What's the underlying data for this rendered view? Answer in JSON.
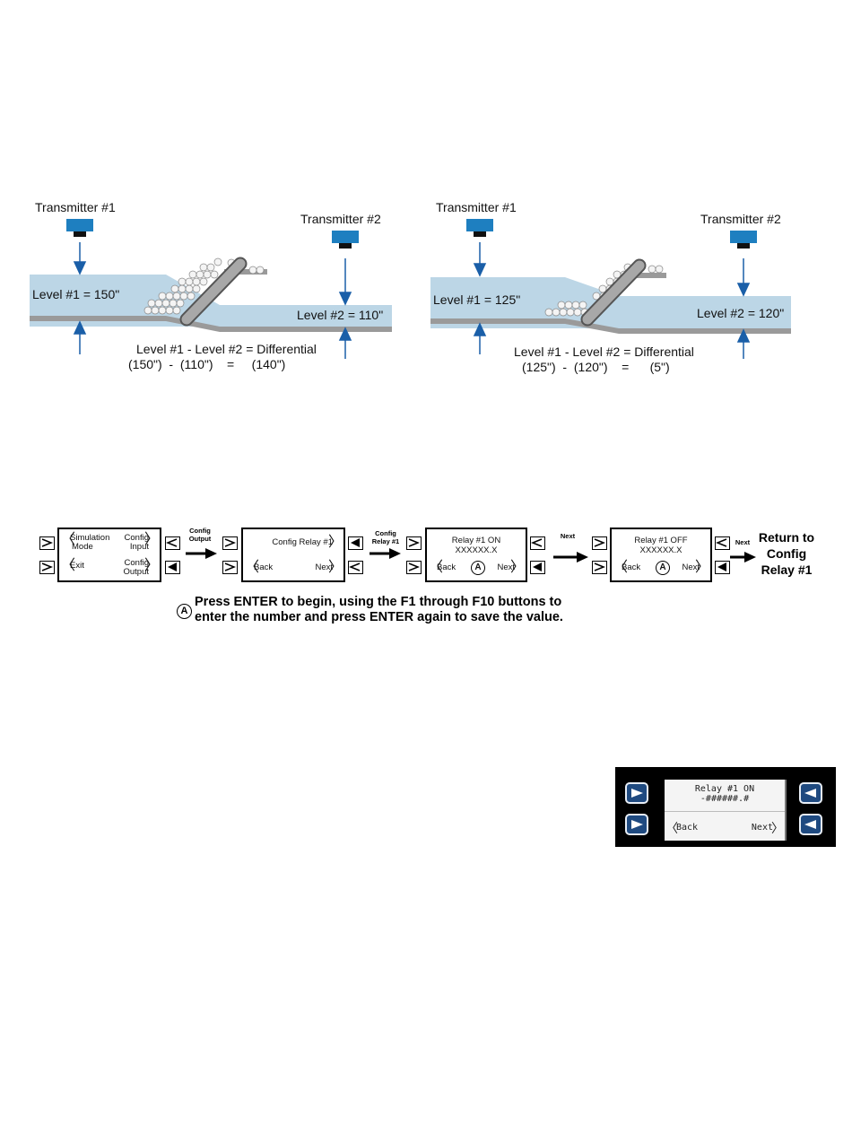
{
  "diagram_left": {
    "transmitter1": "Transmitter #1",
    "transmitter2": "Transmitter #2",
    "level1": "Level #1 = 150\"",
    "level2": "Level #2 = 110\"",
    "equation": "Level #1 - Level #2 = Differential",
    "values": "(150\")  -  (110\")    =     (140\")"
  },
  "diagram_right": {
    "transmitter1": "Transmitter #1",
    "transmitter2": "Transmitter #2",
    "level1": "Level #1 = 125\"",
    "level2": "Level #2 = 120\"",
    "equation": "Level #1 - Level #2 = Differential",
    "values": "(125\")  -  (120\")    =      (5\")"
  },
  "flow": {
    "screen1": {
      "top_left_1": "Simulation",
      "top_left_2": "Mode",
      "top_right_1": "Config",
      "top_right_2": "Input",
      "bottom_left": "Exit",
      "bottom_right_1": "Config",
      "bottom_right_2": "Output"
    },
    "arrow1_label_1": "Config",
    "arrow1_label_2": "Output",
    "screen2": {
      "top_right": "Config Relay #1",
      "bottom_left": "Back",
      "bottom_right": "Next"
    },
    "arrow2_label_1": "Config",
    "arrow2_label_2": "Relay #1",
    "screen3": {
      "line1": "Relay #1 ON",
      "line2": "XXXXXX.X",
      "marker": "A",
      "bottom_left": "Back",
      "bottom_right": "Next"
    },
    "arrow3_label": "Next",
    "screen4": {
      "line1": "Relay #1 OFF",
      "line2": "XXXXXX.X",
      "marker": "A",
      "bottom_left": "Back",
      "bottom_right": "Next"
    },
    "arrow4_label": "Next",
    "return_1": "Return to",
    "return_2": "Config",
    "return_3": "Relay #1"
  },
  "note": {
    "marker": "A",
    "line1": "Press ENTER to begin, using the F1 through F10 buttons to",
    "line2": "enter the number and press ENTER again to save the value."
  },
  "photo_display": {
    "line1": "Relay #1 ON",
    "line2": "-######.#",
    "bottom_left": "Back",
    "bottom_right": "Next"
  },
  "colors": {
    "water": "#bcd6e6",
    "arrow_blue": "#1a5fa8",
    "transmitter_blue": "#1e7fc0",
    "photo_button": "#1f4a80"
  }
}
